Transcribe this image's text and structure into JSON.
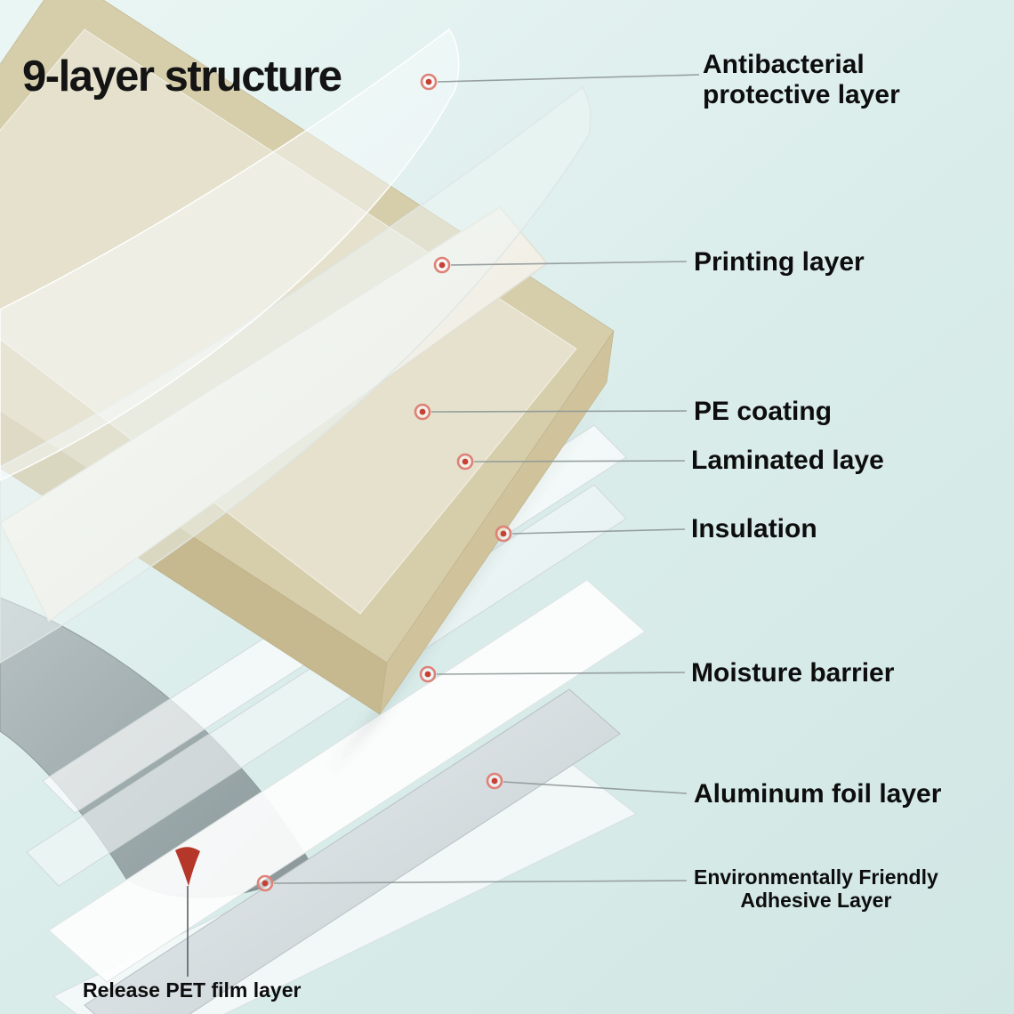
{
  "title": "9-layer structure",
  "colors": {
    "background": "#d9ecea",
    "marker_center": "#c64033",
    "marker_ring": "#de8278",
    "line": "#8f9898",
    "label": "#0d0d0d",
    "board_top": "#d6cdab",
    "board_front": "#d0c29a",
    "board_side": "#c6b98f"
  },
  "labels": {
    "antibacterial": {
      "line1": "Antibacterial",
      "line2": "protective layer"
    },
    "printing": {
      "label": "Printing layer"
    },
    "pe_coating": {
      "label": "PE coating"
    },
    "laminated": {
      "label": "Laminated laye"
    },
    "insulation": {
      "label": "Insulation"
    },
    "moisture": {
      "label": "Moisture barrier"
    },
    "aluminum": {
      "label": "Aluminum foil layer"
    },
    "adhesive": {
      "line1": "Environmentally Friendly",
      "line2": "Adhesive Layer"
    },
    "release": {
      "label": "Release PET film layer"
    }
  }
}
